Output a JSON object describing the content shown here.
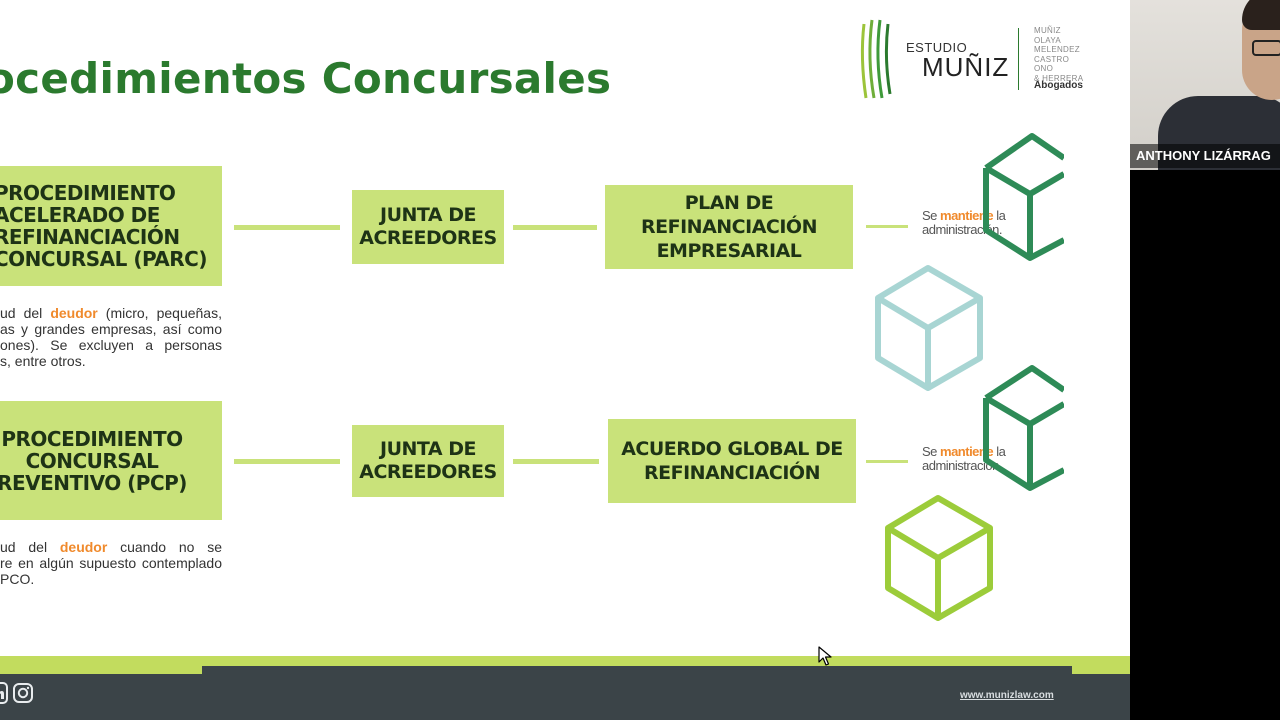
{
  "slide": {
    "title": "ocedimientos Concursales",
    "logo": {
      "estudio": "ESTUDIO",
      "name": "MUÑIZ",
      "partners": [
        "MUÑIZ",
        "OLAYA",
        "MELENDEZ",
        "CASTRO",
        "ONO",
        "& HERRERA"
      ],
      "abogados": "Abogados"
    },
    "row1": {
      "proc_lines": [
        "PROCEDIMIENTO",
        "ACELERADO DE",
        "REFINANCIACIÓN",
        "CONCURSAL (PARC)"
      ],
      "junta_lines": [
        "JUNTA DE",
        "ACREEDORES"
      ],
      "result_lines": [
        "PLAN DE",
        "REFINANCIACIÓN",
        "EMPRESARIAL"
      ],
      "note": {
        "pre": "Se ",
        "hl": "mantiene",
        "post": " la",
        "line2": "administración."
      },
      "desc": {
        "l1_pre": "ud del ",
        "l1_hl": "deudor",
        "l1_post": " (micro, pequeñas,",
        "l2": "as y grandes empresas, así como",
        "l3": "ones). Se excluyen a personas",
        "l4": "s, entre otros."
      }
    },
    "row2": {
      "proc_lines": [
        "PROCEDIMIENTO",
        "CONCURSAL",
        "REVENTIVO (PCP)"
      ],
      "junta_lines": [
        "JUNTA DE",
        "ACREEDORES"
      ],
      "result_lines": [
        "ACUERDO GLOBAL DE",
        "REFINANCIACIÓN"
      ],
      "note": {
        "pre": "Se ",
        "hl": "mantiene",
        "post": " la",
        "line2": "administración."
      },
      "desc": {
        "l1_pre": "ud del ",
        "l1_hl": "deudor",
        "l1_post": " cuando no se",
        "l2": "re en algún supuesto contemplado",
        "l3": "PCO."
      }
    },
    "footer": {
      "url": "www.munizlaw.com"
    },
    "icons": {
      "linkedin": "linkedin-icon",
      "instagram": "instagram-icon"
    },
    "colors": {
      "title": "#2b7a2e",
      "box": "#c9e27a",
      "highlight": "#f08a2c",
      "footer": "#3b4448",
      "band": "#c2dc5e"
    }
  },
  "video": {
    "participant_name": "ANTHONY LIZÁRRAG"
  }
}
